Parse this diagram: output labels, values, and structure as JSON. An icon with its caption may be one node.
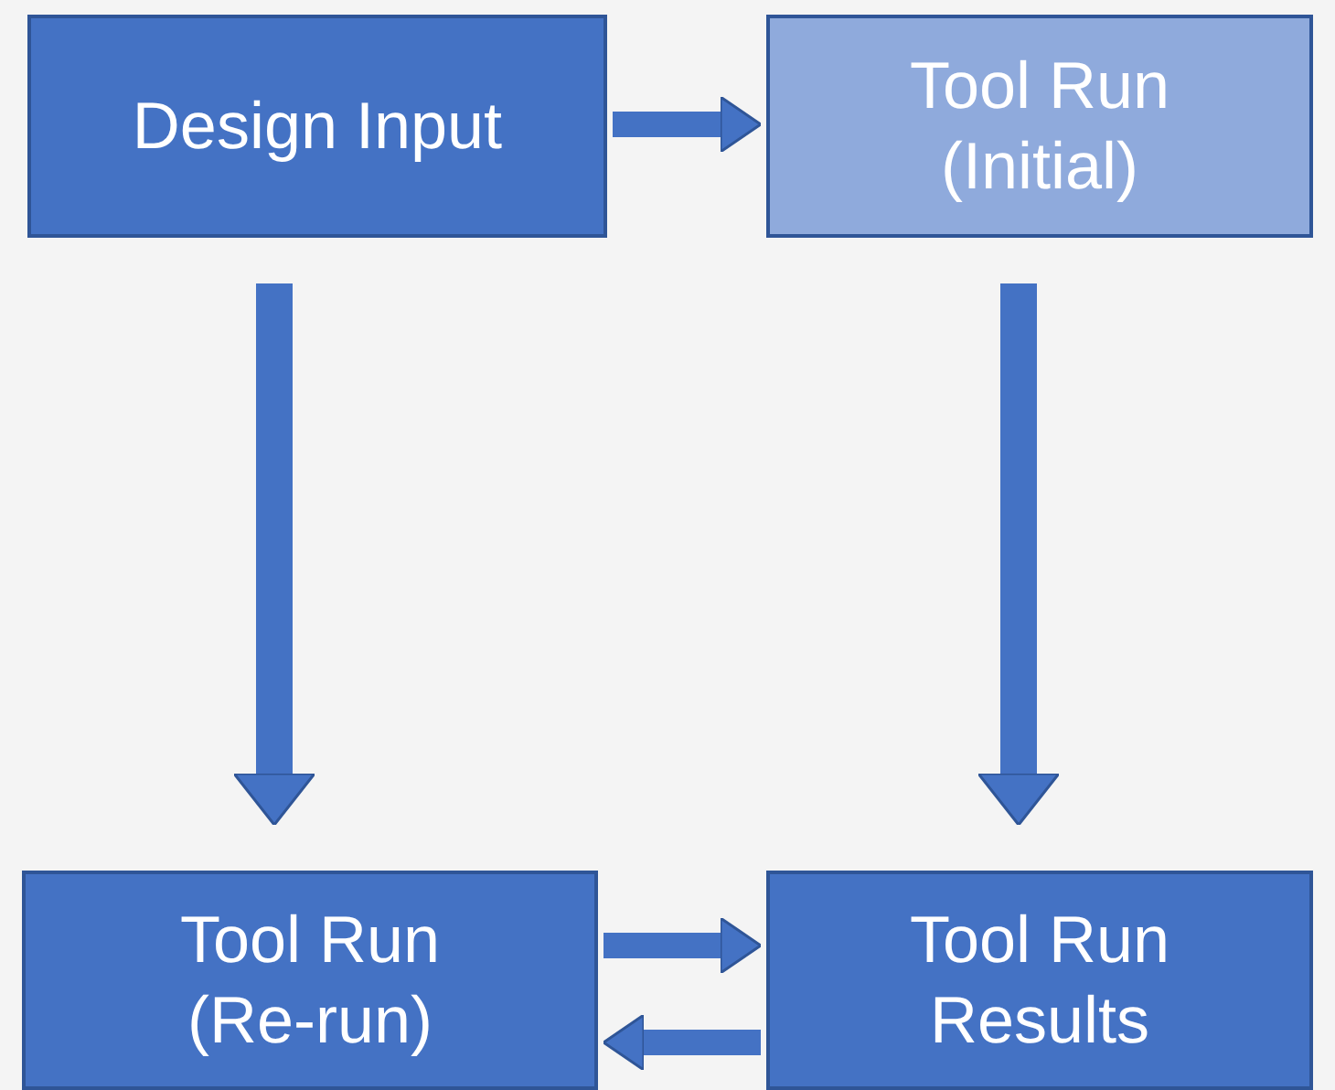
{
  "diagram": {
    "nodes": [
      {
        "text": [
          "Design Input"
        ]
      },
      {
        "text": [
          "Tool Run (Initial)"
        ]
      },
      {
        "text": [
          "Tool Run (Re-run)"
        ]
      },
      {
        "text": [
          "Tool Run Results"
        ]
      }
    ],
    "edges": [
      {
        "from": 0,
        "to": 1,
        "arrow": "to"
      },
      {
        "from": 0,
        "to": 2,
        "arrow": "to"
      },
      {
        "from": 1,
        "to": 3,
        "arrow": "to"
      },
      {
        "from": 2,
        "to": 3,
        "arrow": "to"
      },
      {
        "from": 3,
        "to": 2,
        "arrow": "to"
      }
    ]
  }
}
